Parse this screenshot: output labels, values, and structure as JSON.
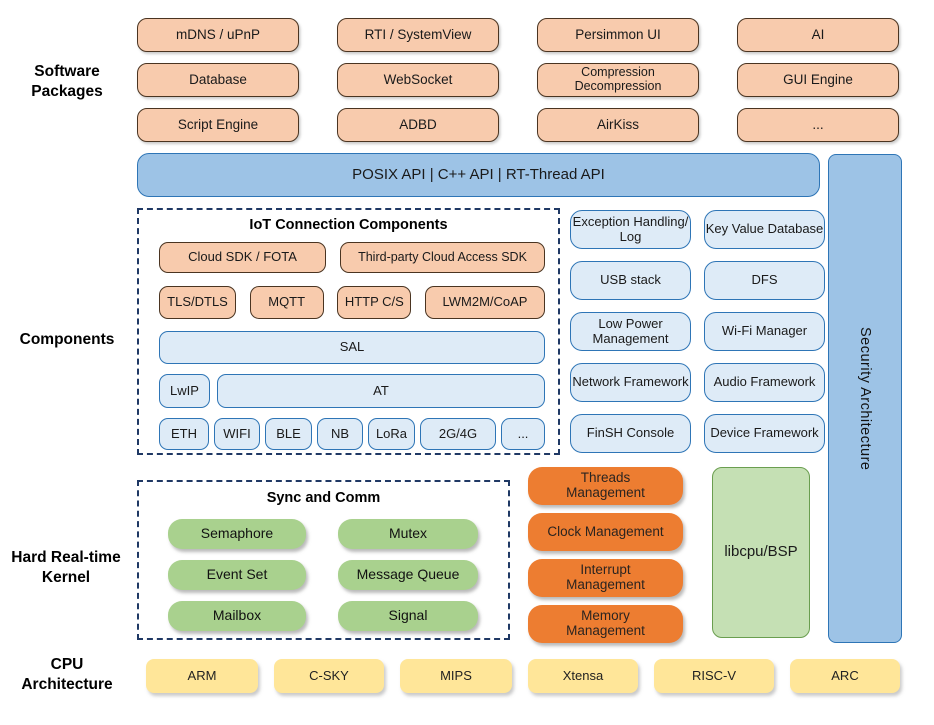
{
  "side_labels": {
    "software_packages": "Software\nPackages",
    "components": "Components",
    "kernel": "Hard Real-time\nKernel",
    "cpu": "CPU\nArchitecture"
  },
  "software_packages": {
    "items": [
      "mDNS / uPnP",
      "RTI / SystemView",
      "Persimmon UI",
      "AI",
      "Database",
      "WebSocket",
      "Compression Decompression",
      "GUI Engine",
      "Script Engine",
      "ADBD",
      "AirKiss",
      "..."
    ]
  },
  "api_bar": {
    "label": "POSIX API  |  C++ API  |  RT-Thread API"
  },
  "iot": {
    "title": "IoT Connection Components",
    "cloud_sdk": "Cloud SDK / FOTA",
    "third_party_sdk": "Third-party Cloud Access SDK",
    "tls": "TLS/DTLS",
    "mqtt": "MQTT",
    "http": "HTTP C/S",
    "lwm2m": "LWM2M/CoAP",
    "sal": "SAL",
    "lwip": "LwIP",
    "at": "AT",
    "phy": [
      "ETH",
      "WIFI",
      "BLE",
      "NB",
      "LoRa",
      "2G/4G",
      "..."
    ]
  },
  "components_grid": {
    "items": [
      "Exception Handling/ Log",
      "Key Value Database",
      "USB stack",
      "DFS",
      "Low Power Management",
      "Wi-Fi Manager",
      "Network Framework",
      "Audio Framework",
      "FinSH Console",
      "Device Framework"
    ]
  },
  "security": {
    "label": "Security Architecture"
  },
  "kernel": {
    "sync_title": "Sync and Comm",
    "sync_items": [
      "Semaphore",
      "Mutex",
      "Event Set",
      "Message Queue",
      "Mailbox",
      "Signal"
    ],
    "mgmt_items": [
      "Threads Management",
      "Clock Management",
      "Interrupt Management",
      "Memory Management"
    ],
    "libcpu": "libcpu/BSP"
  },
  "cpu": {
    "items": [
      "ARM",
      "C-SKY",
      "MIPS",
      "Xtensa",
      "RISC-V",
      "ARC"
    ]
  },
  "colors": {
    "package_orange": "#F8CBAD",
    "package_border": "#4a3421",
    "api_blue": "#9DC3E6",
    "component_blue": "#DEEBF7",
    "blue_border": "#2E75B6",
    "dashed_navy": "#1F3864",
    "kernel_green": "#A9D18E",
    "kernel_orange": "#ED7D31",
    "libcpu_green": "#C5E0B4",
    "cpu_yellow": "#FFE699"
  }
}
